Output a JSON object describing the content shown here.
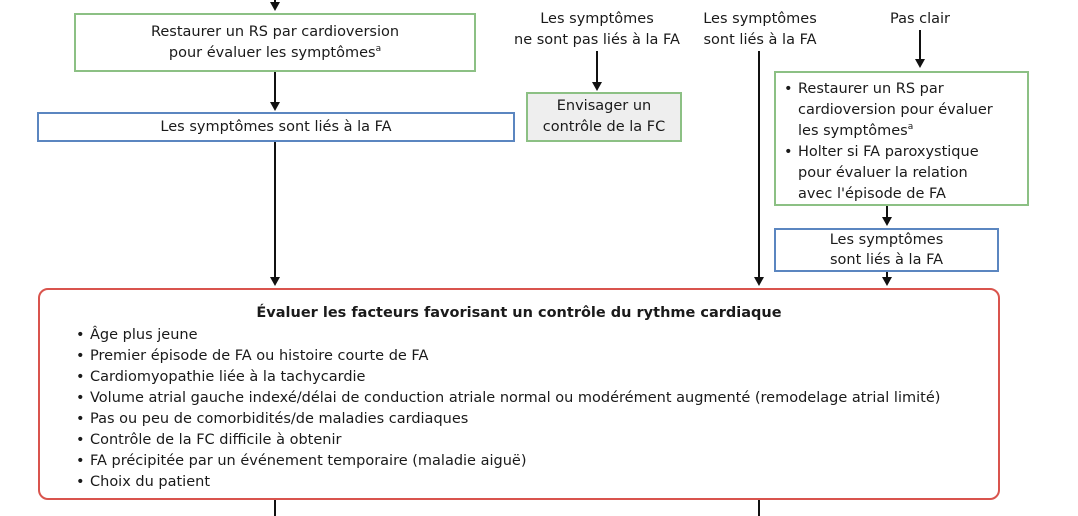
{
  "boxes": {
    "restore_rs_line1": "Restaurer un RS par cardioversion",
    "restore_rs_line2": "pour évaluer les symptômes",
    "restore_rs_sup": "a",
    "symptoms_linked_left": "Les symptômes sont liés à la FA",
    "rate_control_line1": "Envisager un",
    "rate_control_line2": "contrôle de la FC",
    "symptoms_linked_right_line1": "Les symptômes",
    "symptoms_linked_right_line2": "sont liés à la FA"
  },
  "labels": {
    "not_linked_line1": "Les symptômes",
    "not_linked_line2": "ne sont pas liés à la FA",
    "linked_line1": "Les symptômes",
    "linked_line2": "sont liés à la FA",
    "unclear": "Pas clair"
  },
  "unclear_box": {
    "item1_line1": "Restaurer un RS par",
    "item1_line2": "cardioversion pour évaluer",
    "item1_line3": "les symptômes",
    "item1_sup": "a",
    "item2_line1": "Holter si FA paroxystique",
    "item2_line2": "pour évaluer la relation",
    "item2_line3": "avec l'épisode de FA"
  },
  "factors": {
    "title": "Évaluer les facteurs favorisant un contrôle du rythme cardiaque",
    "items": [
      "Âge plus jeune",
      "Premier épisode de FA ou histoire courte de FA",
      "Cardiomyopathie liée à la tachycardie",
      "Volume atrial gauche indexé/délai de conduction atriale normal ou modérément augmenté (remodelage atrial limité)",
      "Pas ou peu de comorbidités/de maladies cardiaques",
      "Contrôle de la FC difficile à obtenir",
      "FA précipitée par un événement temporaire (maladie aiguë)",
      "Choix du patient"
    ]
  },
  "colors": {
    "green_border": "#8cc084",
    "blue_border": "#5b86c0",
    "red_border": "#d9544d",
    "gray_fill": "#eeeeee"
  }
}
